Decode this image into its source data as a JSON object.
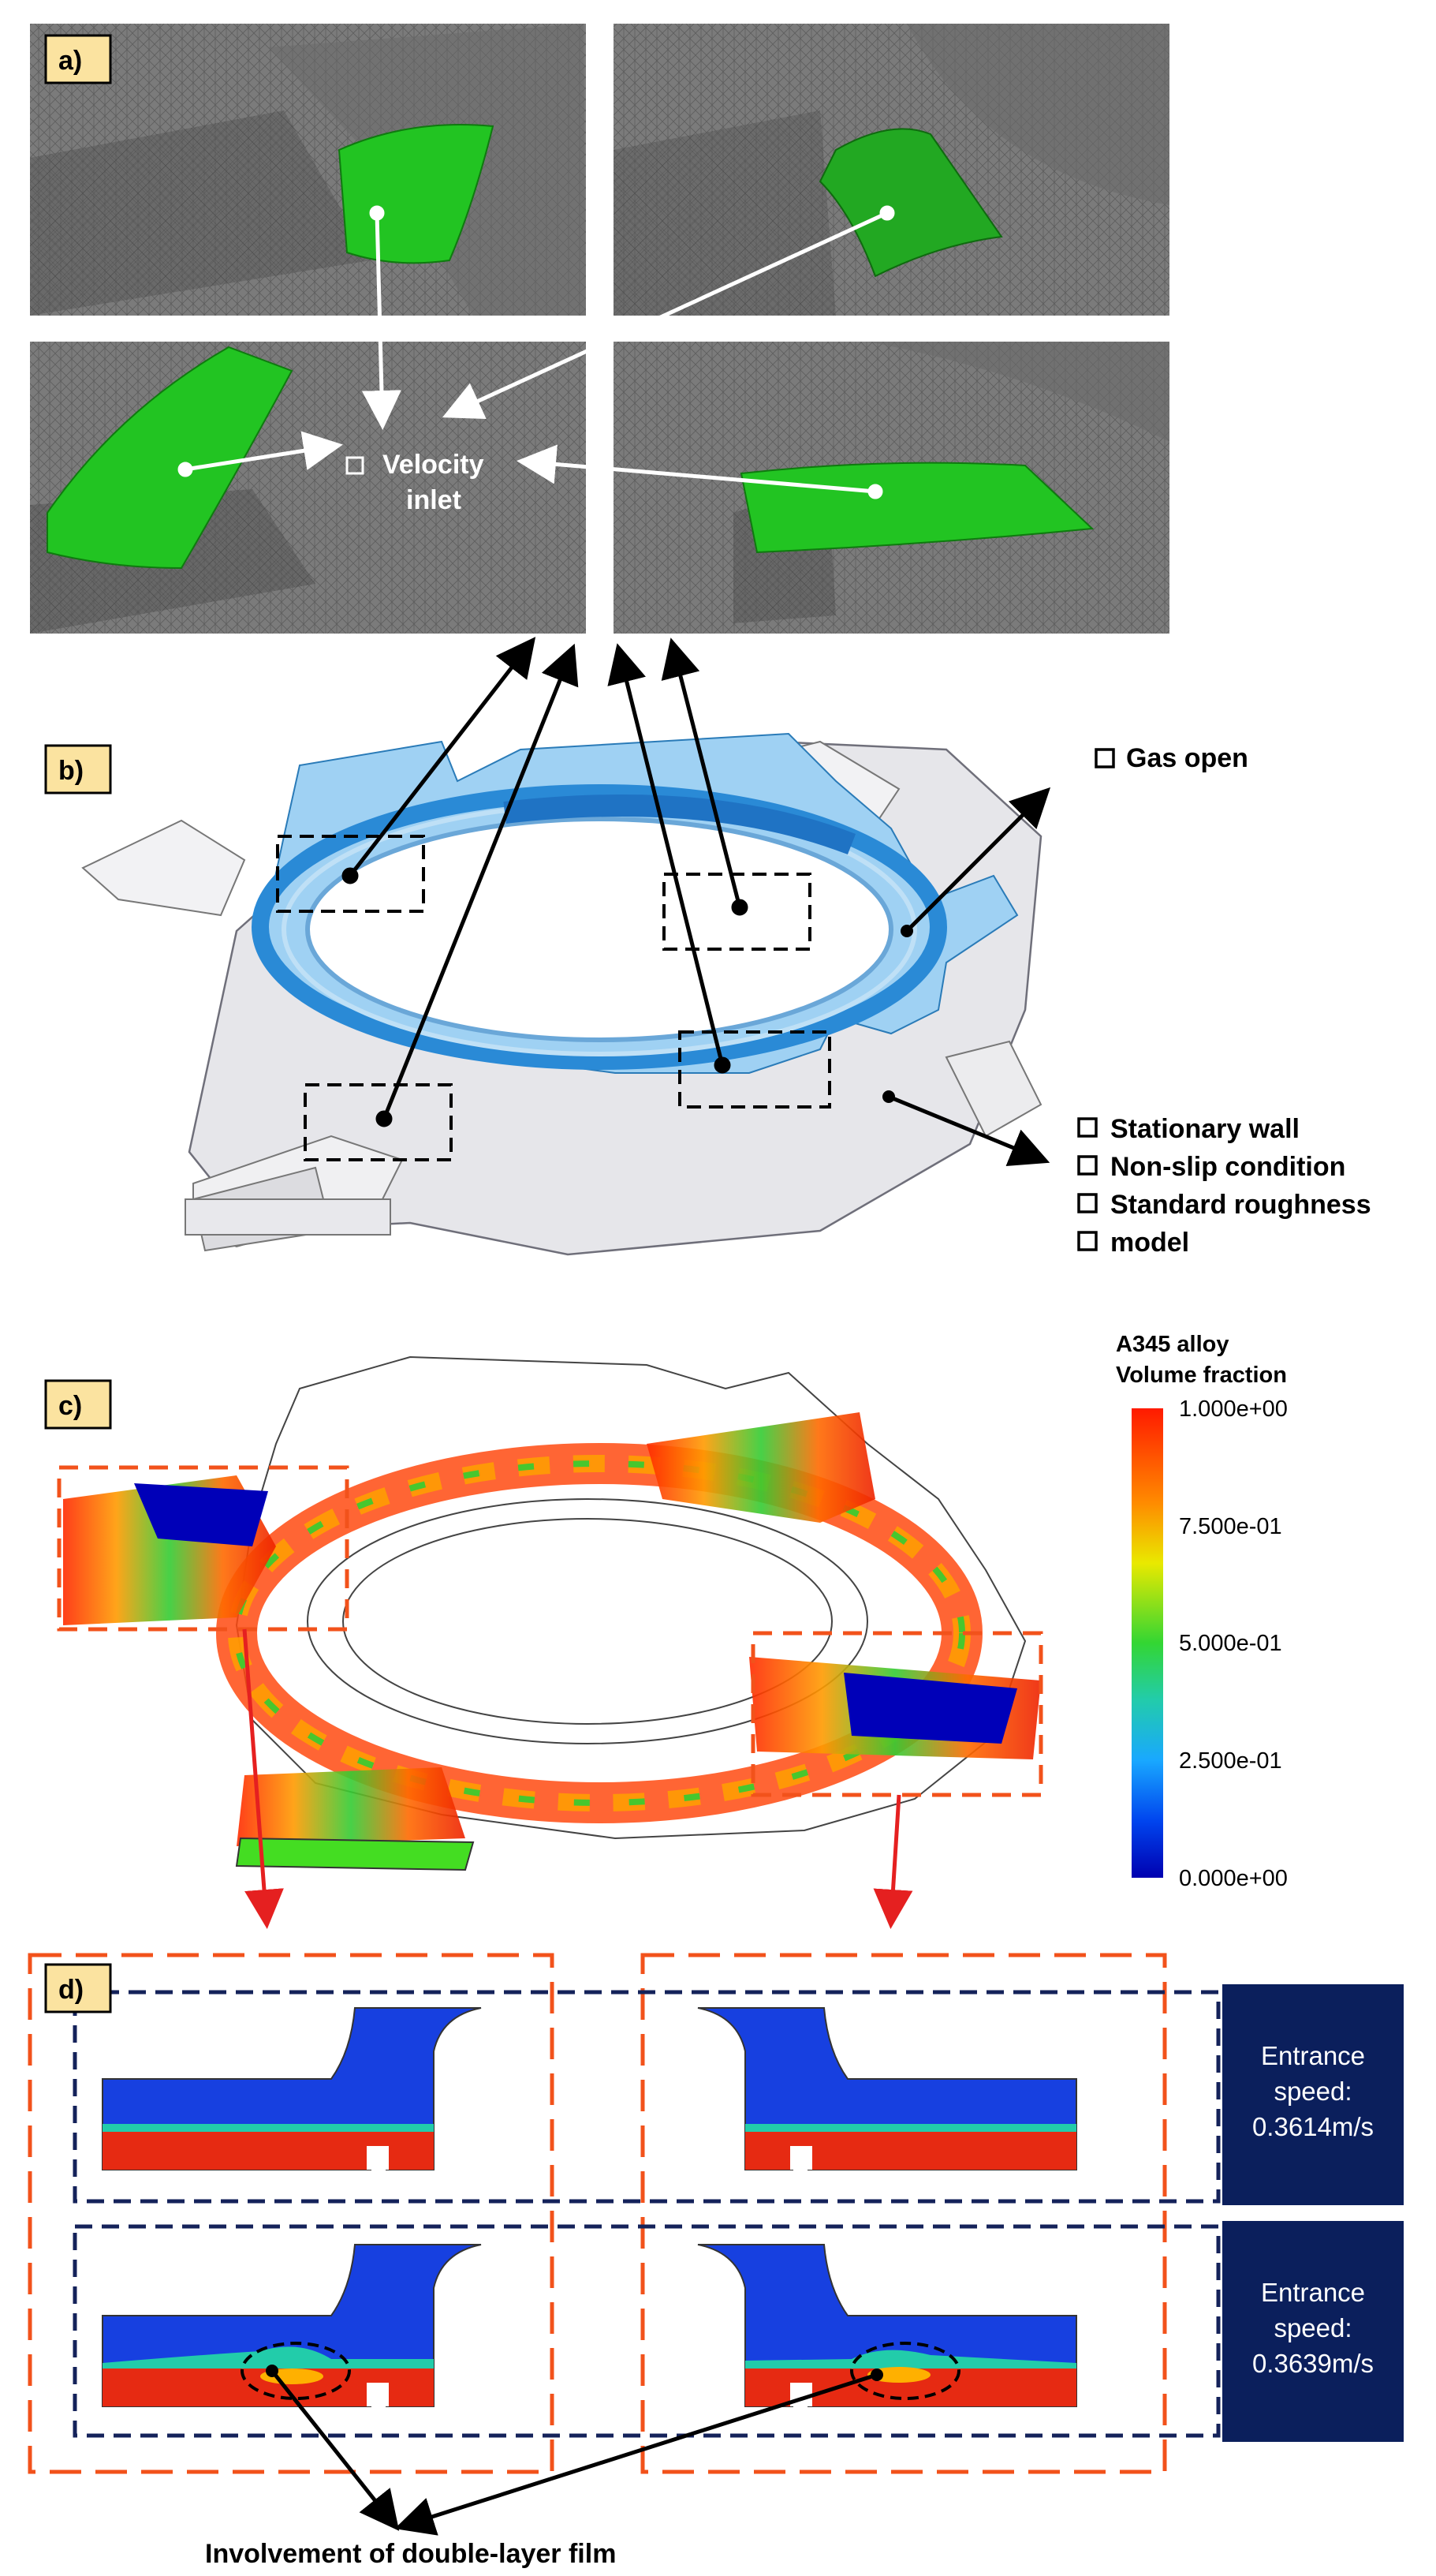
{
  "panels": {
    "a": {
      "tag": "a)",
      "annotation_line1": "Velocity",
      "annotation_line2": "inlet"
    },
    "b": {
      "tag": "b)",
      "gas_open": "Gas open",
      "wall_items": [
        "Stationary wall",
        "Non-slip condition",
        "Standard roughness",
        "model"
      ]
    },
    "c": {
      "tag": "c)"
    },
    "d": {
      "tag": "d)",
      "row1_speed_label": "Entrance",
      "row1_speed_label2": "speed:",
      "row1_speed_value": "0.3614m/s",
      "row2_speed_label": "Entrance",
      "row2_speed_label2": "speed:",
      "row2_speed_value": "0.3639m/s",
      "caption": "Involvement of double-layer film"
    }
  },
  "legend": {
    "title_line1": "A345 alloy",
    "title_line2": "Volume fraction",
    "ticks": [
      "1.000e+00",
      "7.500e-01",
      "5.000e-01",
      "2.500e-01",
      "0.000e+00"
    ],
    "colors": [
      "#ff1a00",
      "#ffb000",
      "#e6e600",
      "#44dd22",
      "#22ccaa",
      "#19a8ff",
      "#0022dd",
      "#0000b8"
    ]
  },
  "colors": {
    "mesh": "#7d7d7d",
    "mesh_dark": "#5a5a5a",
    "inlet_green": "#22c422",
    "ring_blue": "#8ec9ef",
    "ring_blue_dark": "#2a8ad6",
    "tag_fill": "#fbe3a0",
    "dash_orange": "#f2521b",
    "dash_navy": "#14225a",
    "speed_box": "#0b1f5c",
    "metal_red": "#e62a12",
    "metal_blue": "#1740e0"
  }
}
